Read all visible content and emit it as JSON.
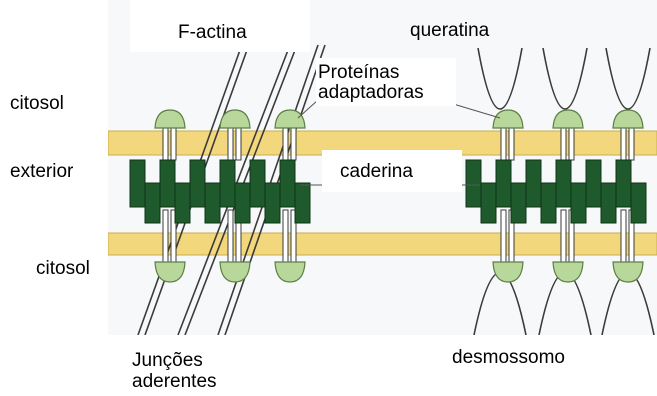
{
  "labels": {
    "f_actina": "F-actina",
    "queratina": "queratina",
    "proteinas_line1": "Proteínas",
    "proteinas_line2": "adaptadoras",
    "citosol_top": "citosol",
    "exterior": "exterior",
    "caderina": "caderina",
    "citosol_bottom": "citosol",
    "juncoes_line1": "Junções",
    "juncoes_line2": "aderentes",
    "desmossomo": "desmossomo"
  },
  "colors": {
    "membrane": "#f2d77c",
    "membrane_edge": "#c9ae4d",
    "cadherin": "#1f5a2c",
    "cadherin_edge": "#0f3317",
    "adaptor": "#b8d79a",
    "adaptor_edge": "#5d7f46",
    "filament": "#3b3b3b",
    "background_tint": "#e9ecef"
  },
  "structures": {
    "junctions": [
      "adherens-junction",
      "desmosome"
    ],
    "adherens_adaptor_pairs": 3,
    "desmosome_adaptor_pairs": 3
  }
}
